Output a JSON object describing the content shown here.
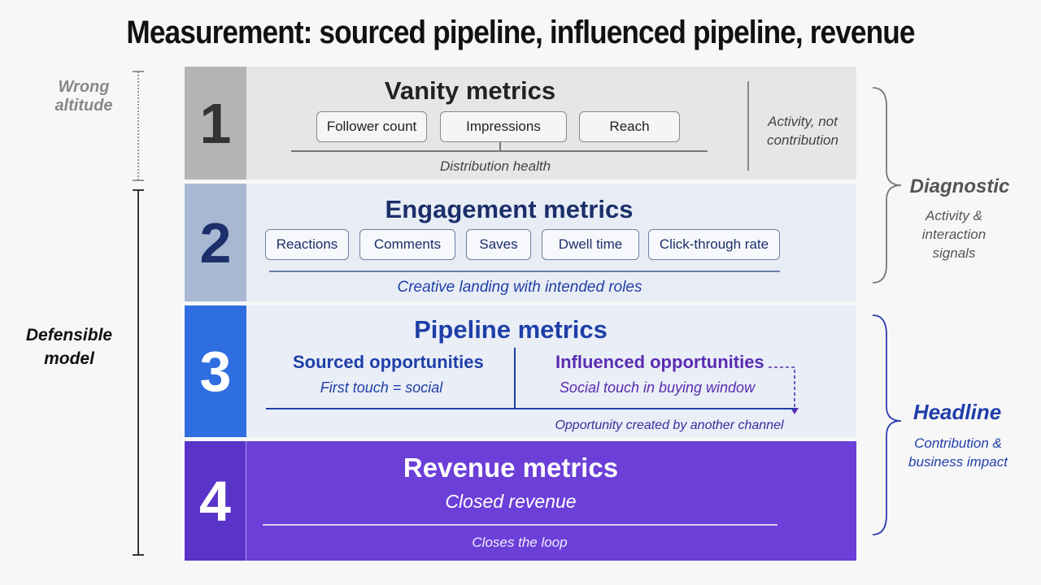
{
  "title": "Measurement: sourced pipeline, influenced pipeline, revenue",
  "left_labels": {
    "wrong_altitude": "Wrong altitude",
    "defensible_model": "Defensible model"
  },
  "tiers": [
    {
      "number": "1",
      "heading": "Vanity metrics",
      "chips": [
        "Follower count",
        "Impressions",
        "Reach"
      ],
      "caption": "Distribution health",
      "note": "Activity, not contribution"
    },
    {
      "number": "2",
      "heading": "Engagement metrics",
      "chips": [
        "Reactions",
        "Comments",
        "Saves",
        "Dwell time",
        "Click-through rate"
      ],
      "caption": "Creative landing with intended roles"
    },
    {
      "number": "3",
      "heading": "Pipeline metrics",
      "sourced_title": "Sourced opportunities",
      "sourced_sub": "First touch = social",
      "influenced_title": "Influenced opportunities",
      "influenced_sub": "Social touch in buying window",
      "caption": "Opportunity created by another channel"
    },
    {
      "number": "4",
      "heading": "Revenue metrics",
      "sub": "Closed revenue",
      "caption": "Closes the loop"
    }
  ],
  "right_groups": {
    "diagnostic_title": "Diagnostic",
    "diagnostic_desc": "Activity & interaction signals",
    "headline_title": "Headline",
    "headline_desc": "Contribution & business impact"
  },
  "colors": {
    "tier1_num_bg": "#b5b5b5",
    "tier1_bg": "#e6e6e6",
    "tier2_num_bg": "#a8b8d2",
    "tier2_bg": "#e8edf5",
    "tier3_num_bg": "#2f6ee0",
    "tier3_bg": "#e9eef7",
    "tier4_num_bg": "#5a33c9",
    "tier4_bg": "#6c3fd8",
    "navy": "#1b2f6b",
    "blue": "#1f3fa8",
    "purple": "#5a2cb0"
  }
}
